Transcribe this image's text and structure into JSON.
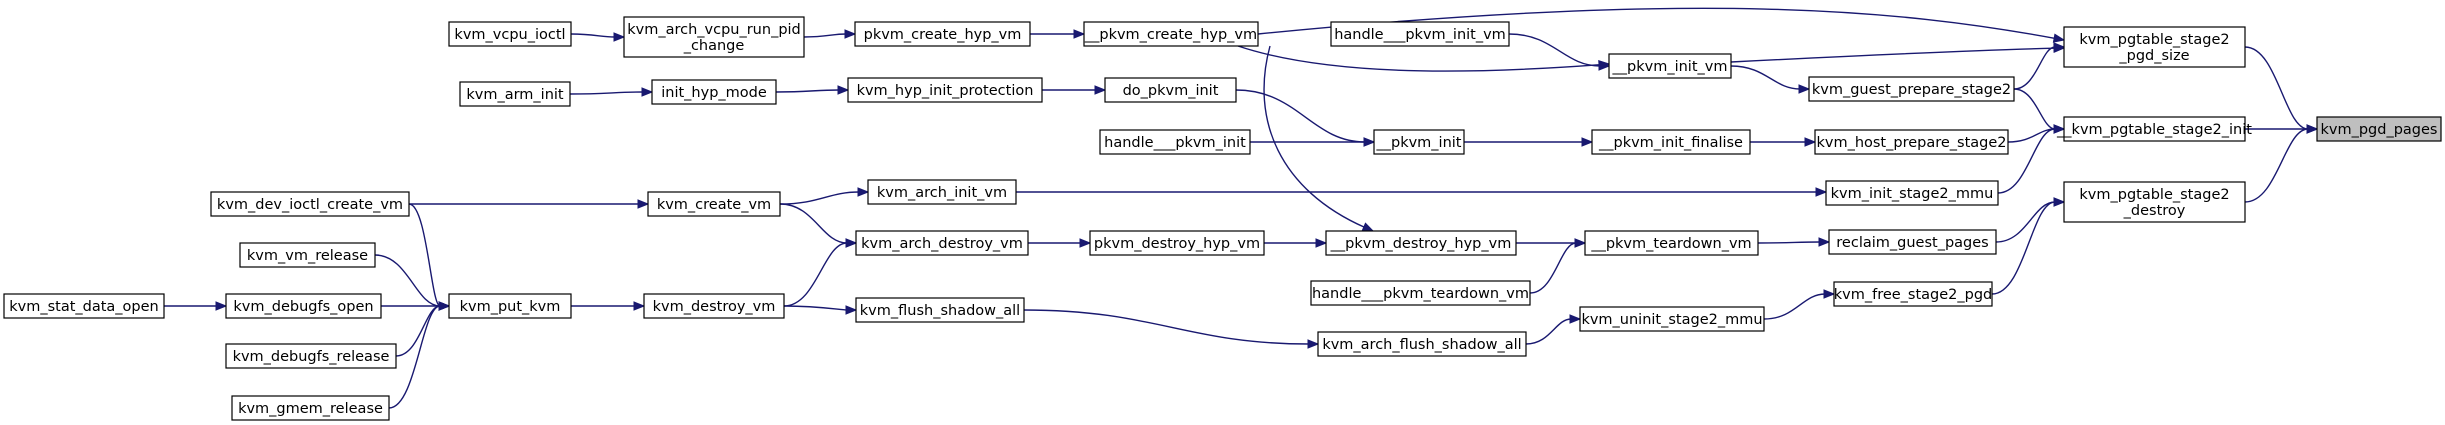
{
  "graph": {
    "colors": {
      "edge": "#191970",
      "node_border": "#000000",
      "node_fill": "#ffffff",
      "root_fill": "#bfbfbf"
    },
    "nodes": [
      {
        "id": "kvm_pgd_pages",
        "lines": [
          "kvm_pgd_pages"
        ],
        "root": true
      },
      {
        "id": "pgt_stage2_pgd_size",
        "lines": [
          "kvm_pgtable_stage2",
          "_pgd_size"
        ]
      },
      {
        "id": "pgt_stage2_init",
        "lines": [
          "__kvm_pgtable_stage2_init"
        ]
      },
      {
        "id": "pgt_stage2_destroy",
        "lines": [
          "kvm_pgtable_stage2",
          "_destroy"
        ]
      },
      {
        "id": "guest_prepare_stage2",
        "lines": [
          "kvm_guest_prepare_stage2"
        ]
      },
      {
        "id": "host_prepare_stage2",
        "lines": [
          "kvm_host_prepare_stage2"
        ]
      },
      {
        "id": "init_stage2_mmu",
        "lines": [
          "kvm_init_stage2_mmu"
        ]
      },
      {
        "id": "reclaim_guest_pages",
        "lines": [
          "reclaim_guest_pages"
        ]
      },
      {
        "id": "free_stage2_pgd",
        "lines": [
          "kvm_free_stage2_pgd"
        ]
      },
      {
        "id": "pkvm_create_hyp_vm_inner",
        "lines": [
          "__pkvm_create_hyp_vm"
        ]
      },
      {
        "id": "pkvm_init_vm",
        "lines": [
          "__pkvm_init_vm"
        ]
      },
      {
        "id": "pkvm_init_finalise",
        "lines": [
          "__pkvm_init_finalise"
        ]
      },
      {
        "id": "pkvm_teardown_vm",
        "lines": [
          "__pkvm_teardown_vm"
        ]
      },
      {
        "id": "uninit_stage2_mmu",
        "lines": [
          "kvm_uninit_stage2_mmu"
        ]
      },
      {
        "id": "handle_pkvm_init_vm",
        "lines": [
          "handle___pkvm_init_vm"
        ]
      },
      {
        "id": "pkvm_init",
        "lines": [
          "__pkvm_init"
        ]
      },
      {
        "id": "pkvm_destroy_hyp_vm_inner",
        "lines": [
          "__pkvm_destroy_hyp_vm"
        ]
      },
      {
        "id": "handle_pkvm_teardown_vm",
        "lines": [
          "handle___pkvm_teardown_vm"
        ]
      },
      {
        "id": "arch_flush_shadow_all",
        "lines": [
          "kvm_arch_flush_shadow_all"
        ]
      },
      {
        "id": "pkvm_create_hyp_vm",
        "lines": [
          "pkvm_create_hyp_vm"
        ]
      },
      {
        "id": "do_pkvm_init",
        "lines": [
          "do_pkvm_init"
        ]
      },
      {
        "id": "handle_pkvm_init",
        "lines": [
          "handle___pkvm_init"
        ]
      },
      {
        "id": "arch_init_vm",
        "lines": [
          "kvm_arch_init_vm"
        ]
      },
      {
        "id": "pkvm_destroy_hyp_vm",
        "lines": [
          "pkvm_destroy_hyp_vm"
        ]
      },
      {
        "id": "arch_vcpu_run_pid_change",
        "lines": [
          "kvm_arch_vcpu_run_pid",
          "_change"
        ]
      },
      {
        "id": "hyp_init_protection",
        "lines": [
          "kvm_hyp_init_protection"
        ]
      },
      {
        "id": "arch_destroy_vm",
        "lines": [
          "kvm_arch_destroy_vm"
        ]
      },
      {
        "id": "flush_shadow_all",
        "lines": [
          "kvm_flush_shadow_all"
        ]
      },
      {
        "id": "vcpu_ioctl",
        "lines": [
          "kvm_vcpu_ioctl"
        ]
      },
      {
        "id": "init_hyp_mode",
        "lines": [
          "init_hyp_mode"
        ]
      },
      {
        "id": "create_vm",
        "lines": [
          "kvm_create_vm"
        ]
      },
      {
        "id": "destroy_vm",
        "lines": [
          "kvm_destroy_vm"
        ]
      },
      {
        "id": "put_kvm",
        "lines": [
          "kvm_put_kvm"
        ]
      },
      {
        "id": "arm_init",
        "lines": [
          "kvm_arm_init"
        ]
      },
      {
        "id": "dev_ioctl_create_vm",
        "lines": [
          "kvm_dev_ioctl_create_vm"
        ]
      },
      {
        "id": "vm_release",
        "lines": [
          "kvm_vm_release"
        ]
      },
      {
        "id": "debugfs_open",
        "lines": [
          "kvm_debugfs_open"
        ]
      },
      {
        "id": "debugfs_release",
        "lines": [
          "kvm_debugfs_release"
        ]
      },
      {
        "id": "gmem_release",
        "lines": [
          "kvm_gmem_release"
        ]
      },
      {
        "id": "stat_data_open",
        "lines": [
          "kvm_stat_data_open"
        ]
      }
    ],
    "edges": [
      [
        "pgt_stage2_pgd_size",
        "kvm_pgd_pages"
      ],
      [
        "pgt_stage2_init",
        "kvm_pgd_pages"
      ],
      [
        "pgt_stage2_destroy",
        "kvm_pgd_pages"
      ],
      [
        "pkvm_create_hyp_vm_inner",
        "pgt_stage2_pgd_size"
      ],
      [
        "pkvm_init_vm",
        "pgt_stage2_pgd_size"
      ],
      [
        "guest_prepare_stage2",
        "pgt_stage2_pgd_size"
      ],
      [
        "guest_prepare_stage2",
        "pgt_stage2_init"
      ],
      [
        "host_prepare_stage2",
        "pgt_stage2_init"
      ],
      [
        "init_stage2_mmu",
        "pgt_stage2_init"
      ],
      [
        "reclaim_guest_pages",
        "pgt_stage2_destroy"
      ],
      [
        "free_stage2_pgd",
        "pgt_stage2_destroy"
      ],
      [
        "pkvm_init_vm",
        "guest_prepare_stage2"
      ],
      [
        "pkvm_init_finalise",
        "host_prepare_stage2"
      ],
      [
        "arch_init_vm",
        "init_stage2_mmu"
      ],
      [
        "pkvm_teardown_vm",
        "reclaim_guest_pages"
      ],
      [
        "uninit_stage2_mmu",
        "free_stage2_pgd"
      ],
      [
        "pkvm_create_hyp_vm",
        "pkvm_create_hyp_vm_inner"
      ],
      [
        "handle_pkvm_init_vm",
        "pkvm_init_vm"
      ],
      [
        "pkvm_create_hyp_vm_inner",
        "pkvm_init_vm"
      ],
      [
        "pkvm_init",
        "pkvm_init_finalise"
      ],
      [
        "pkvm_destroy_hyp_vm_inner",
        "pkvm_teardown_vm"
      ],
      [
        "handle_pkvm_teardown_vm",
        "pkvm_teardown_vm"
      ],
      [
        "arch_flush_shadow_all",
        "uninit_stage2_mmu"
      ],
      [
        "do_pkvm_init",
        "pkvm_init"
      ],
      [
        "handle_pkvm_init",
        "pkvm_init"
      ],
      [
        "pkvm_create_hyp_vm_inner",
        "pkvm_destroy_hyp_vm_inner"
      ],
      [
        "pkvm_destroy_hyp_vm",
        "pkvm_destroy_hyp_vm_inner"
      ],
      [
        "flush_shadow_all",
        "arch_flush_shadow_all"
      ],
      [
        "arch_vcpu_run_pid_change",
        "pkvm_create_hyp_vm"
      ],
      [
        "hyp_init_protection",
        "do_pkvm_init"
      ],
      [
        "create_vm",
        "arch_init_vm"
      ],
      [
        "arch_destroy_vm",
        "pkvm_destroy_hyp_vm"
      ],
      [
        "vcpu_ioctl",
        "arch_vcpu_run_pid_change"
      ],
      [
        "init_hyp_mode",
        "hyp_init_protection"
      ],
      [
        "create_vm",
        "arch_destroy_vm"
      ],
      [
        "destroy_vm",
        "arch_destroy_vm"
      ],
      [
        "destroy_vm",
        "flush_shadow_all"
      ],
      [
        "arm_init",
        "init_hyp_mode"
      ],
      [
        "dev_ioctl_create_vm",
        "create_vm"
      ],
      [
        "put_kvm",
        "destroy_vm"
      ],
      [
        "dev_ioctl_create_vm",
        "put_kvm"
      ],
      [
        "vm_release",
        "put_kvm"
      ],
      [
        "debugfs_open",
        "put_kvm"
      ],
      [
        "debugfs_release",
        "put_kvm"
      ],
      [
        "gmem_release",
        "put_kvm"
      ],
      [
        "stat_data_open",
        "debugfs_open"
      ]
    ]
  }
}
